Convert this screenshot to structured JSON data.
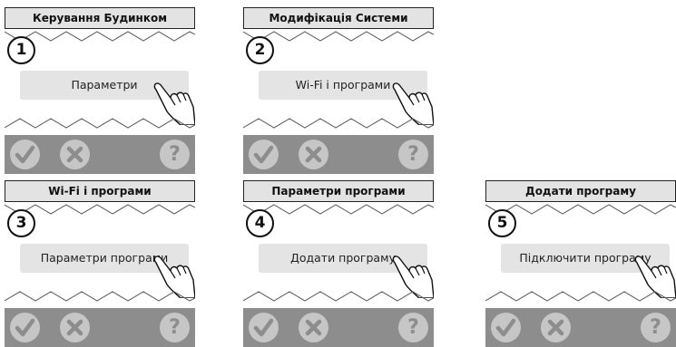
{
  "panels": [
    {
      "step": "1",
      "title": "Керування Будинком",
      "option": "Параметри"
    },
    {
      "step": "2",
      "title": "Модифікація Системи",
      "option": "Wi-Fi і програми"
    },
    {
      "step": "3",
      "title": "Wi-Fi і програми",
      "option": "Параметри програми"
    },
    {
      "step": "4",
      "title": "Параметри програми",
      "option": "Додати програму"
    },
    {
      "step": "5",
      "title": "Додати програму",
      "option": "Підключити програму"
    }
  ],
  "buttons": {
    "help_glyph": "?"
  },
  "colors": {
    "titlebar": "#e3e3e3",
    "option": "#e4e4e4",
    "bottom_bar": "#8d8d8d",
    "button": "#c6c6c6"
  },
  "icons": [
    "check-icon",
    "close-icon",
    "help-icon",
    "pointing-hand-icon"
  ]
}
